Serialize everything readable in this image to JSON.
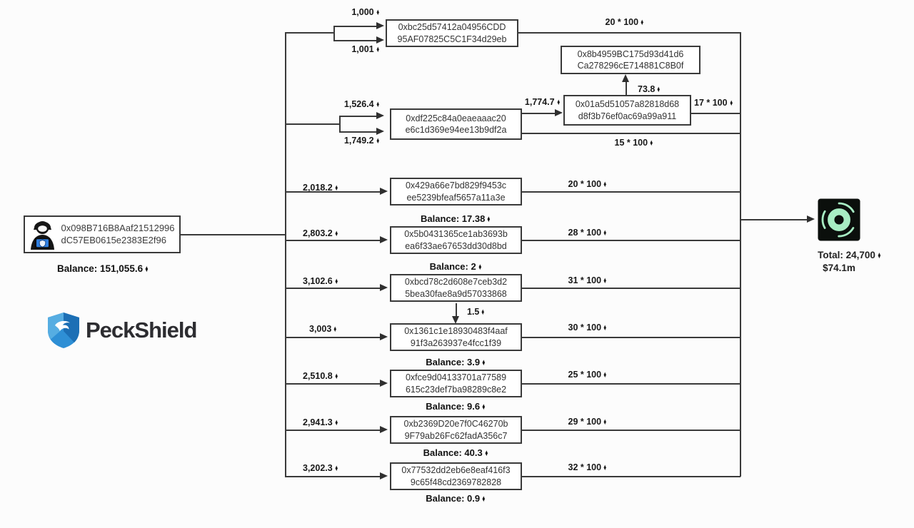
{
  "sym": {
    "eth": "♦"
  },
  "icons": {
    "source": "hacker-icon",
    "brand": "peckshield-shield-icon",
    "sink": "tornado-cash-icon"
  },
  "colors": {
    "line": "#3a3a3a",
    "brand_blue": "#2f8fd4",
    "tornado_green": "#a7edc3",
    "node_border": "#3a3a3a"
  },
  "source": {
    "a1": "0x098B716B8Aaf21512996",
    "a2": "dC57EB0615e2383E2f96",
    "balance": "Balance: 151,055.6"
  },
  "brand": {
    "wordmark": "PeckShield"
  },
  "sink": {
    "total": "Total: 24,700",
    "usd": "$74.1m"
  },
  "nodes": {
    "bc25": {
      "a1": "0xbc25d57412a04956CDD",
      "a2": "95AF07825C5C1F34d29eb"
    },
    "b8b49": {
      "a1": "0x8b4959BC175d93d41d6",
      "a2": "Ca278296cE714881C8B0f"
    },
    "a01a5": {
      "a1": "0x01a5d51057a82818d68",
      "a2": "d8f3b76ef0ac69a99a911"
    },
    "df22": {
      "a1": "0xdf225c84a0eaeaaac20",
      "a2": "e6c1d369e94ee13b9df2a"
    },
    "n429a": {
      "a1": "0x429a66e7bd829f9453c",
      "a2": "ee5239bfeaf5657a11a3e",
      "balance": "Balance: 17.38"
    },
    "n5b04": {
      "a1": "0x5b0431365ce1ab3693b",
      "a2": "ea6f33ae67653dd30d8bd",
      "balance": "Balance: 2"
    },
    "nbcd7": {
      "a1": "0xbcd78c2d608e7ceb3d2",
      "a2": "5bea30fae8a9d57033868"
    },
    "n1361": {
      "a1": "0x1361c1e18930483f4aaf",
      "a2": "91f3a263937e4fcc1f39",
      "balance": "Balance: 3.9"
    },
    "nfce9": {
      "a1": "0xfce9d04133701a77589",
      "a2": "615c23def7ba98289c8e2",
      "balance": "Balance: 9.6"
    },
    "nb236": {
      "a1": "0xb2369D20e7f0C46270b",
      "a2": "9F79ab26Fc62fadA356c7",
      "balance": "Balance: 40.3"
    },
    "n7753": {
      "a1": "0x77532dd2eb6e8eaf416f3",
      "a2": "9c65f48cd2369782828",
      "balance": "Balance: 0.9"
    }
  },
  "flows": {
    "bc25_in_top": "1,000",
    "bc25_in_bot": "1,001",
    "bc25_out": "20 * 100",
    "a01a5_up": "73.8",
    "a01a5_out": "17 * 100",
    "df22_in_top": "1,526.4",
    "df22_in_bot": "1,749.2",
    "df22_fwd": "1,774.7",
    "df22_out": "15 * 100",
    "n429a_in": "2,018.2",
    "n429a_out": "20 * 100",
    "n5b04_in": "2,803.2",
    "n5b04_out": "28 * 100",
    "nbcd7_in": "3,102.6",
    "nbcd7_out": "31 * 100",
    "nbcd7_down": "1.5",
    "n1361_in": "3,003",
    "n1361_out": "30 * 100",
    "nfce9_in": "2,510.8",
    "nfce9_out": "25 * 100",
    "nb236_in": "2,941.3",
    "nb236_out": "29 * 100",
    "n7753_in": "3,202.3",
    "n7753_out": "32 * 100"
  }
}
